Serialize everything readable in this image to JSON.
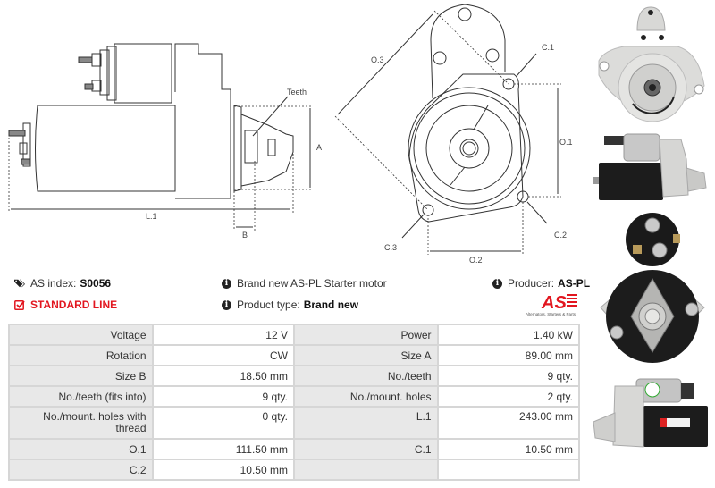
{
  "diagrams": {
    "side_view": {
      "labels": {
        "teeth": "Teeth",
        "a": "A",
        "b": "B",
        "l1": "L.1"
      }
    },
    "front_view": {
      "labels": {
        "o3": "O.3",
        "c1": "C.1",
        "o1": "O.1",
        "c2": "C.2",
        "c3": "C.3",
        "o2": "O.2"
      }
    }
  },
  "photos": [
    {
      "name": "front-flange-photo"
    },
    {
      "name": "side-view-photo"
    },
    {
      "name": "rear-view-photo"
    },
    {
      "name": "side-view-opposite-photo"
    }
  ],
  "info": {
    "as_index_label": "AS index:",
    "as_index_value": "S0056",
    "line_label": "STANDARD LINE",
    "description": "Brand new AS-PL Starter motor",
    "product_type_label": "Product type:",
    "product_type_value": "Brand new",
    "producer_label": "Producer:",
    "producer_value": "AS-PL",
    "logo_text": "AS",
    "logo_caption": "Alternators, Starters & Parts"
  },
  "colors": {
    "accent_red": "#e2161f",
    "table_key_bg": "#e8e8e8",
    "table_border": "#d6d6d6"
  },
  "specs": [
    [
      {
        "k": "Voltage",
        "v": "12 V"
      },
      {
        "k": "Power",
        "v": "1.40 kW"
      }
    ],
    [
      {
        "k": "Rotation",
        "v": "CW"
      },
      {
        "k": "Size A",
        "v": "89.00 mm"
      }
    ],
    [
      {
        "k": "Size B",
        "v": "18.50 mm"
      },
      {
        "k": "No./teeth",
        "v": "9 qty."
      }
    ],
    [
      {
        "k": "No./teeth (fits into)",
        "v": "9 qty."
      },
      {
        "k": "No./mount. holes",
        "v": "2 qty."
      }
    ],
    [
      {
        "k": "No./mount. holes with thread",
        "v": "0 qty."
      },
      {
        "k": "L.1",
        "v": "243.00 mm"
      }
    ],
    [
      {
        "k": "O.1",
        "v": "111.50 mm"
      },
      {
        "k": "C.1",
        "v": "10.50 mm"
      }
    ],
    [
      {
        "k": "C.2",
        "v": "10.50 mm"
      },
      {
        "k": "",
        "v": ""
      }
    ]
  ]
}
